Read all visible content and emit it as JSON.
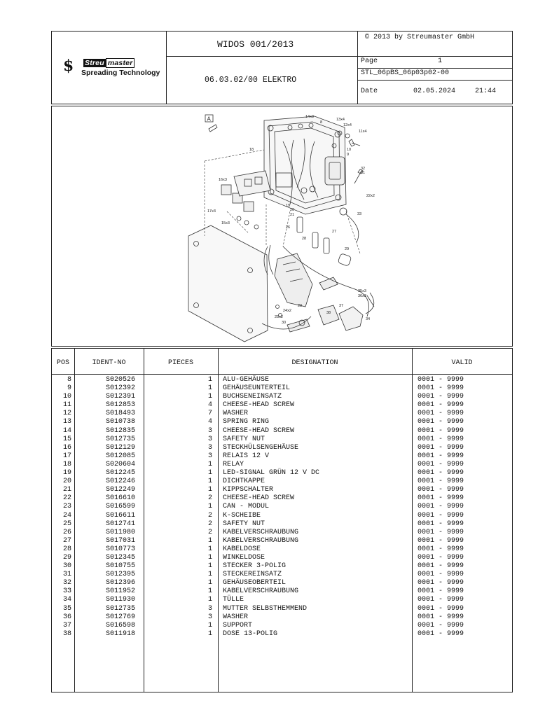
{
  "header": {
    "logo_brand_a": "Streu",
    "logo_brand_b": "master",
    "logo_tagline": "Spreading Technology",
    "doc_title": "WIDOS 001/2013",
    "copyright": "© 2013 by Streumaster GmbH",
    "section": "06.03.02/00 ELEKTRO",
    "page_label": "Page",
    "page_number": "1",
    "doc_code": "STL_06pBS_06p03p02-00",
    "date_label": "Date",
    "date_value": "02.05.2024",
    "time_value": "21:44"
  },
  "figure": {
    "view_label": "A",
    "callouts": [
      "14x3",
      "8",
      "13x4",
      "12x4",
      "11x4",
      "10",
      "9",
      "32",
      "31",
      "18",
      "16x3",
      "19",
      "20",
      "21",
      "17x3",
      "15x3",
      "33",
      "22x2",
      "26",
      "28",
      "27",
      "29",
      "35x3",
      "36x3",
      "37",
      "34",
      "24x2",
      "23",
      "25x2",
      "38",
      "30"
    ]
  },
  "table": {
    "headers": {
      "pos": "POS",
      "ident": "IDENT-NO",
      "pieces": "PIECES",
      "designation": "DESIGNATION",
      "valid": "VALID"
    },
    "rows": [
      {
        "pos": "8",
        "ident": "S020526",
        "pieces": "1",
        "designation": "ALU-GEHÄUSE",
        "valid": "0001 - 9999"
      },
      {
        "pos": "9",
        "ident": "S012392",
        "pieces": "1",
        "designation": "GEHÄUSEUNTERTEIL",
        "valid": "0001 - 9999"
      },
      {
        "pos": "10",
        "ident": "S012391",
        "pieces": "1",
        "designation": "BUCHSENEINSATZ",
        "valid": "0001 - 9999"
      },
      {
        "pos": "11",
        "ident": "S012853",
        "pieces": "4",
        "designation": "CHEESE-HEAD SCREW",
        "valid": "0001 - 9999"
      },
      {
        "pos": "12",
        "ident": "S018493",
        "pieces": "7",
        "designation": "WASHER",
        "valid": "0001 - 9999"
      },
      {
        "pos": "13",
        "ident": "S010738",
        "pieces": "4",
        "designation": "SPRING RING",
        "valid": "0001 - 9999"
      },
      {
        "pos": "14",
        "ident": "S012835",
        "pieces": "3",
        "designation": "CHEESE-HEAD SCREW",
        "valid": "0001 - 9999"
      },
      {
        "pos": "15",
        "ident": "S012735",
        "pieces": "3",
        "designation": "SAFETY NUT",
        "valid": "0001 - 9999"
      },
      {
        "pos": "16",
        "ident": "S012129",
        "pieces": "3",
        "designation": "STECKHÜLSENGEHÄUSE",
        "valid": "0001 - 9999"
      },
      {
        "pos": "17",
        "ident": "S012085",
        "pieces": "3",
        "designation": "RELAIS 12 V",
        "valid": "0001 - 9999"
      },
      {
        "pos": "18",
        "ident": "S020604",
        "pieces": "1",
        "designation": "RELAY",
        "valid": "0001 - 9999"
      },
      {
        "pos": "19",
        "ident": "S012245",
        "pieces": "1",
        "designation": "LED-SIGNAL GRÜN 12 V DC",
        "valid": "0001 - 9999"
      },
      {
        "pos": "20",
        "ident": "S012246",
        "pieces": "1",
        "designation": "DICHTKAPPE",
        "valid": "0001 - 9999"
      },
      {
        "pos": "21",
        "ident": "S012249",
        "pieces": "1",
        "designation": "KIPPSCHALTER",
        "valid": "0001 - 9999"
      },
      {
        "pos": "22",
        "ident": "S016610",
        "pieces": "2",
        "designation": "CHEESE-HEAD SCREW",
        "valid": "0001 - 9999"
      },
      {
        "pos": "23",
        "ident": "S016599",
        "pieces": "1",
        "designation": "CAN - MODUL",
        "valid": "0001 - 9999"
      },
      {
        "pos": "24",
        "ident": "S016611",
        "pieces": "2",
        "designation": "K-SCHEIBE",
        "valid": "0001 - 9999"
      },
      {
        "pos": "25",
        "ident": "S012741",
        "pieces": "2",
        "designation": "SAFETY NUT",
        "valid": "0001 - 9999"
      },
      {
        "pos": "26",
        "ident": "S011980",
        "pieces": "2",
        "designation": "KABELVERSCHRAUBUNG",
        "valid": "0001 - 9999"
      },
      {
        "pos": "27",
        "ident": "S017031",
        "pieces": "1",
        "designation": "KABELVERSCHRAUBUNG",
        "valid": "0001 - 9999"
      },
      {
        "pos": "28",
        "ident": "S010773",
        "pieces": "1",
        "designation": "KABELDOSE",
        "valid": "0001 - 9999"
      },
      {
        "pos": "29",
        "ident": "S012345",
        "pieces": "1",
        "designation": "WINKELDOSE",
        "valid": "0001 - 9999"
      },
      {
        "pos": "30",
        "ident": "S010755",
        "pieces": "1",
        "designation": "STECKER 3-POLIG",
        "valid": "0001 - 9999"
      },
      {
        "pos": "31",
        "ident": "S012395",
        "pieces": "1",
        "designation": "STECKEREINSATZ",
        "valid": "0001 - 9999"
      },
      {
        "pos": "32",
        "ident": "S012396",
        "pieces": "1",
        "designation": "GEHÄUSEOBERTEIL",
        "valid": "0001 - 9999"
      },
      {
        "pos": "33",
        "ident": "S011952",
        "pieces": "1",
        "designation": "KABELVERSCHRAUBUNG",
        "valid": "0001 - 9999"
      },
      {
        "pos": "34",
        "ident": "S011930",
        "pieces": "1",
        "designation": "TÜLLE",
        "valid": "0001 - 9999"
      },
      {
        "pos": "35",
        "ident": "S012735",
        "pieces": "3",
        "designation": "MUTTER SELBSTHEMMEND",
        "valid": "0001 - 9999"
      },
      {
        "pos": "36",
        "ident": "S012769",
        "pieces": "3",
        "designation": "WASHER",
        "valid": "0001 - 9999"
      },
      {
        "pos": "37",
        "ident": "S016598",
        "pieces": "1",
        "designation": "SUPPORT",
        "valid": "0001 - 9999"
      },
      {
        "pos": "38",
        "ident": "S011918",
        "pieces": "1",
        "designation": "DOSE 13-POLIG",
        "valid": "0001 - 9999"
      }
    ]
  }
}
